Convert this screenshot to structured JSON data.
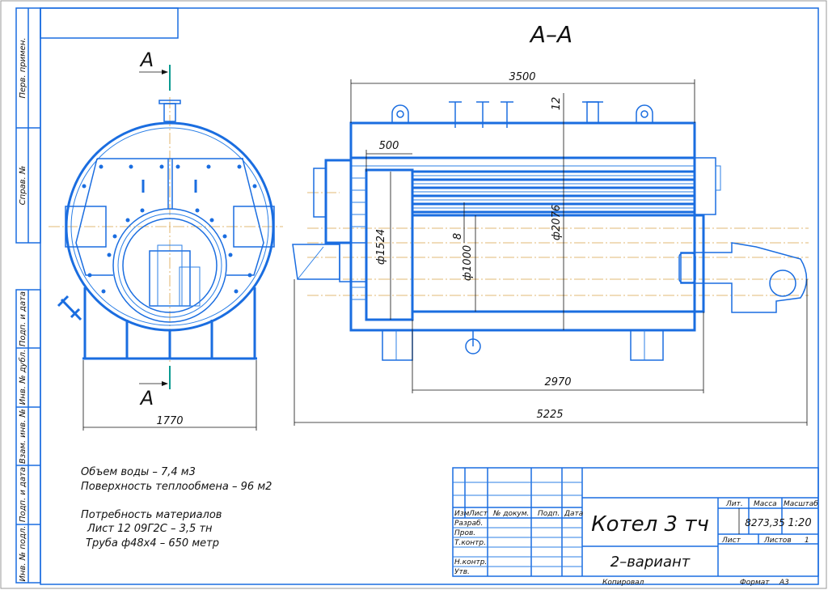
{
  "drawing": {
    "section_title": "A–A",
    "section_marker": "A",
    "colors": {
      "outline": "#1a6de0",
      "centerline": "#d9a24a",
      "dimension": "#111111"
    },
    "dimensions": {
      "front_width": "1770",
      "shell_length": "3500",
      "wall": "12",
      "shell_dia": "ф2076",
      "chamber_depth": "500",
      "chamber_dia": "ф1524",
      "furnace_wall": "8",
      "furnace_dia": "ф1000",
      "furnace_length": "2970",
      "overall_length": "5225"
    },
    "notes": [
      "Объем воды – 7,4 м3",
      "Поверхность теплообмена – 96 м2",
      "Потребность материалов",
      "Лист 12 09Г2С – 3,5 тн",
      "Труба ф48х4 – 650 метр"
    ]
  },
  "side_stamp": [
    "Перв. примен.",
    "Справ. №",
    "Подп. и дата",
    "Инв. № дубл.",
    "Взам. инв. №",
    "Подп. и дата",
    "Инв. № подл."
  ],
  "title_block": {
    "headers": [
      "Изм",
      "Лист",
      "№ докум.",
      "Подп.",
      "Дата"
    ],
    "roles": [
      "Разраб.",
      "Пров.",
      "Т.контр.",
      "Н.контр.",
      "Утв."
    ],
    "title": "Котел 3 тч",
    "subtitle": "2–вариант",
    "lit_label": "Лит.",
    "mass_label": "Масса",
    "scale_label": "Масштаб",
    "mass": "8273,35",
    "scale": "1:20",
    "sheet_label": "Лист",
    "sheets_label": "Листов",
    "sheets": "1",
    "copied": "Копировал",
    "format_label": "Формат",
    "format": "A3"
  }
}
